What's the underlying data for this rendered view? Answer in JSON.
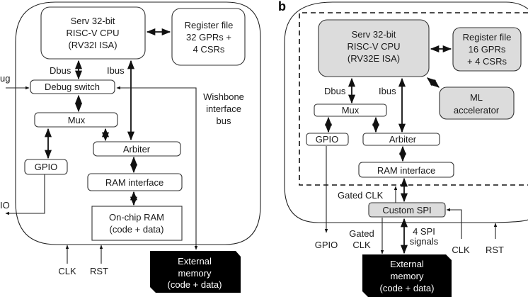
{
  "panel_a": {
    "cpu": [
      "Serv 32-bit",
      "RISC-V CPU",
      "(RV32I ISA)"
    ],
    "regfile": [
      "Register file",
      "32 GPRs +",
      "4 CSRs"
    ],
    "dbus": "Dbus",
    "ibus": "Ibus",
    "debug_in": "ug",
    "debug_switch": "Debug switch",
    "wishbone": [
      "Wishbone",
      "interface",
      "bus"
    ],
    "mux": "Mux",
    "arbiter": "Arbiter",
    "gpio": "GPIO",
    "gpio_out": "IO",
    "ram_interface": "RAM interface",
    "onchip_ram": [
      "On-chip RAM",
      "(code + data)"
    ],
    "clk": "CLK",
    "rst": "RST",
    "ext_memory": [
      "External",
      "memory",
      "(code + data)"
    ]
  },
  "panel_b": {
    "letter": "b",
    "cpu": [
      "Serv 32-bit",
      "RISC-V CPU",
      "(RV32E ISA)"
    ],
    "regfile": [
      "Register file",
      "16 GPRs",
      "+ 4 CSRs"
    ],
    "ml": [
      "ML",
      "accelerator"
    ],
    "dbus": "Dbus",
    "ibus": "Ibus",
    "mux": "Mux",
    "gpio": "GPIO",
    "arbiter": "Arbiter",
    "ram_interface": "RAM interface",
    "gated_clk_in": "Gated CLK",
    "custom_spi": "Custom SPI",
    "gpio_out": "GPIO",
    "gated_clk_out": [
      "Gated",
      "CLK"
    ],
    "spi_signals": [
      "4 SPI",
      "signals"
    ],
    "clk": "CLK",
    "rst": "RST",
    "ext_memory": [
      "External",
      "memory",
      "(code + data)"
    ]
  },
  "colors": {
    "accent_gray": "#dcdcdc",
    "ext_memory_fill": "#000000"
  }
}
